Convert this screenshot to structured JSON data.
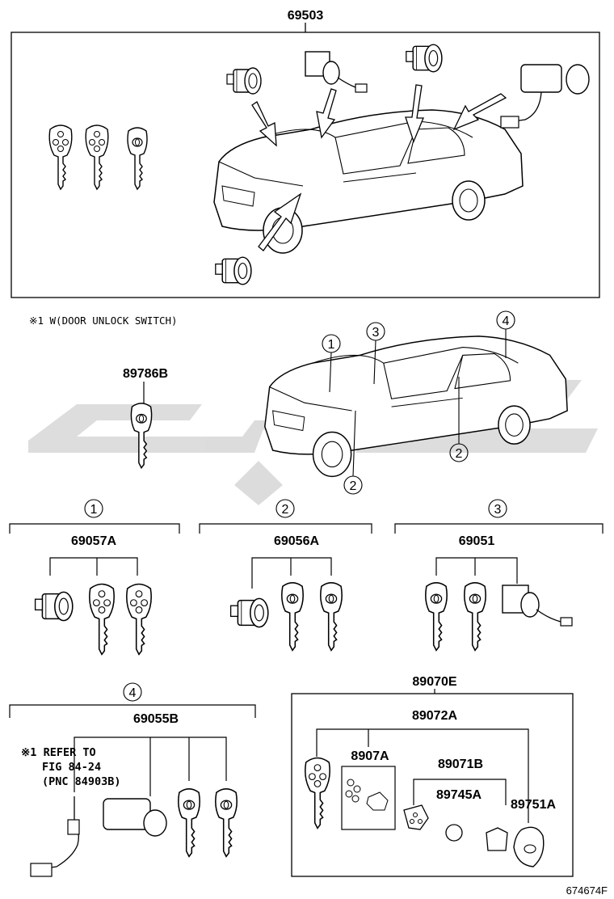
{
  "labels": {
    "main_assembly": "69503",
    "note_w": "※1 W(DOOR UNLOCK SWITCH)",
    "key_blank": "89786B",
    "group1_part": "69057A",
    "group2_part": "69056A",
    "group3_part": "69051",
    "group4_part": "69055B",
    "key_set": "89070E",
    "transmitter": "89072A",
    "p_8907A": "8907A",
    "p_89071B": "89071B",
    "p_89745A": "89745A",
    "p_89751A": "89751A",
    "refer_line1": "※1 REFER TO",
    "refer_line2": "FIG 84-24",
    "refer_line3": "(PNC 84903B)",
    "drawing_id": "674674F"
  },
  "callouts": {
    "c1": "1",
    "c2": "2",
    "c3": "3",
    "c4": "4"
  },
  "colors": {
    "line": "#000000",
    "watermark": "#d9d9d9"
  }
}
